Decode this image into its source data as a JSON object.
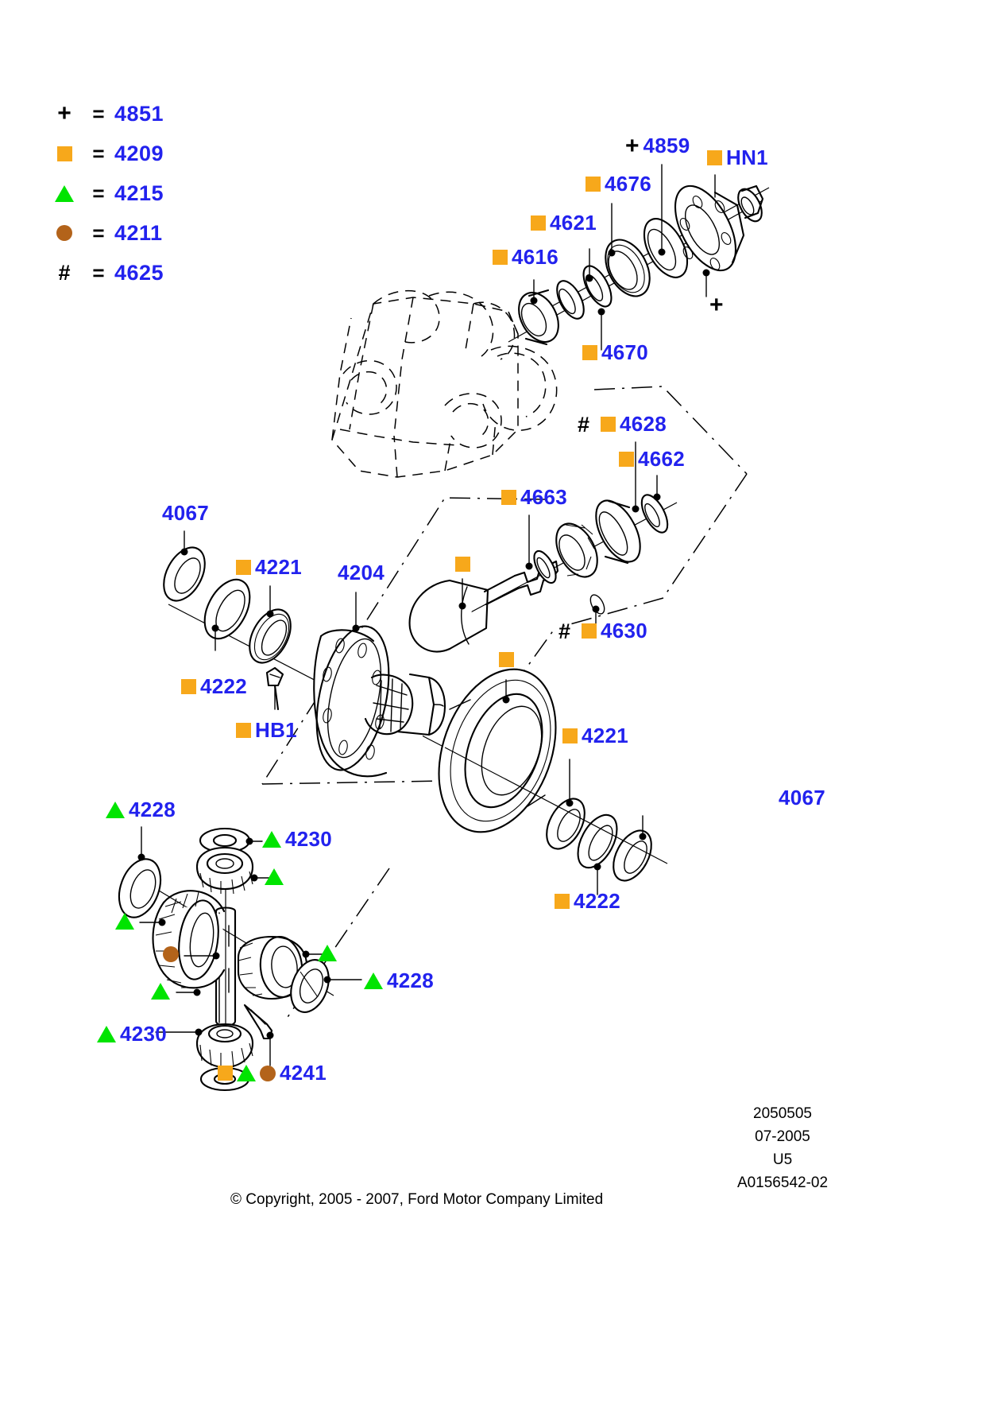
{
  "document": {
    "title": "Ford differential carrier exploded parts diagram",
    "copyright": "© Copyright, 2005 - 2007, Ford Motor Company Limited",
    "codes": [
      "2050505",
      "07-2005",
      "U5",
      "A0156542-02"
    ]
  },
  "colors": {
    "part_number": "#2222ee",
    "square_marker": "#f7a81b",
    "triangle_marker": "#00e400",
    "circle_marker": "#b3631a",
    "line": "#000000"
  },
  "legend": {
    "rows": [
      {
        "symbol": "plus",
        "equals": "=",
        "number": "4851"
      },
      {
        "symbol": "square",
        "equals": "=",
        "number": "4209"
      },
      {
        "symbol": "triangle",
        "equals": "=",
        "number": "4215"
      },
      {
        "symbol": "circle",
        "equals": "=",
        "number": "4211"
      },
      {
        "symbol": "hash",
        "equals": "=",
        "number": "4625"
      }
    ]
  },
  "callouts": [
    {
      "id": "c4616",
      "number": "4616",
      "markers": [
        "square"
      ]
    },
    {
      "id": "c4621",
      "number": "4621",
      "markers": [
        "square"
      ]
    },
    {
      "id": "c4676",
      "number": "4676",
      "markers": [
        "square"
      ]
    },
    {
      "id": "c4859",
      "number": "4859",
      "markers": [
        "plus"
      ]
    },
    {
      "id": "chn1",
      "number": "HN1",
      "markers": [
        "square"
      ]
    },
    {
      "id": "c4670",
      "number": "4670",
      "markers": [
        "square"
      ]
    },
    {
      "id": "cplus",
      "number": "",
      "markers": [
        "plus"
      ]
    },
    {
      "id": "c4628",
      "number": "4628",
      "markers": [
        "hash",
        "square"
      ]
    },
    {
      "id": "c4662",
      "number": "4662",
      "markers": [
        "square"
      ]
    },
    {
      "id": "c4663",
      "number": "4663",
      "markers": [
        "square"
      ]
    },
    {
      "id": "c4630",
      "number": "4630",
      "markers": [
        "hash",
        "square"
      ]
    },
    {
      "id": "csqA",
      "number": "",
      "markers": [
        "square"
      ]
    },
    {
      "id": "c4067L",
      "number": "4067",
      "markers": []
    },
    {
      "id": "c4221L",
      "number": "4221",
      "markers": [
        "square"
      ]
    },
    {
      "id": "c4204",
      "number": "4204",
      "markers": []
    },
    {
      "id": "c4222L",
      "number": "4222",
      "markers": [
        "square"
      ]
    },
    {
      "id": "chb1",
      "number": "HB1",
      "markers": [
        "square"
      ]
    },
    {
      "id": "csqB",
      "number": "",
      "markers": [
        "square"
      ]
    },
    {
      "id": "c4221R",
      "number": "4221",
      "markers": [
        "square"
      ]
    },
    {
      "id": "c4067R",
      "number": "4067",
      "markers": []
    },
    {
      "id": "c4222R",
      "number": "4222",
      "markers": [
        "square"
      ]
    },
    {
      "id": "c4228TL",
      "number": "4228",
      "markers": [
        "triangle"
      ]
    },
    {
      "id": "c4230TR",
      "number": "4230",
      "markers": [
        "triangle"
      ]
    },
    {
      "id": "ctriA",
      "number": "",
      "markers": [
        "triangle"
      ]
    },
    {
      "id": "ctriB",
      "number": "",
      "markers": [
        "triangle"
      ]
    },
    {
      "id": "ctriC",
      "number": "",
      "markers": [
        "triangle"
      ]
    },
    {
      "id": "ctriD",
      "number": "",
      "markers": [
        "triangle"
      ]
    },
    {
      "id": "ccirA",
      "number": "",
      "markers": [
        "circle"
      ]
    },
    {
      "id": "c4228R",
      "number": "4228",
      "markers": [
        "triangle"
      ]
    },
    {
      "id": "c4230BL",
      "number": "4230",
      "markers": [
        "triangle"
      ]
    },
    {
      "id": "c4241",
      "number": "4241",
      "markers": [
        "square",
        "triangle",
        "circle"
      ]
    }
  ]
}
